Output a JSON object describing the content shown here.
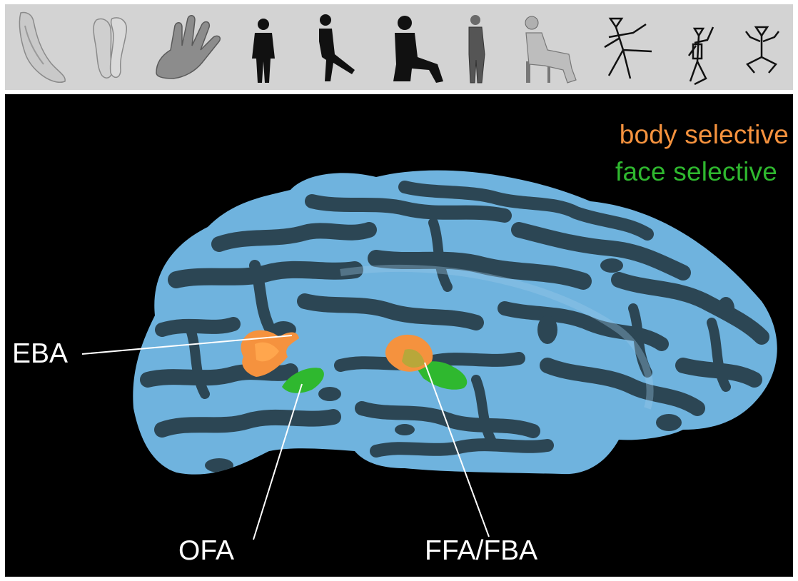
{
  "stimuli": {
    "icons": [
      "foot-icon",
      "arms-icon",
      "hand-icon",
      "standing-silhouette-icon",
      "walking-silhouette-icon",
      "sitting-silhouette-icon",
      "standing-person-photo-icon",
      "sitting-person-photo-icon",
      "stick-figure-running-icon",
      "stick-figure-dancing-icon",
      "stick-figure-jumping-icon"
    ]
  },
  "legend": {
    "body": {
      "label": "body selective",
      "color": "#f5923e"
    },
    "face": {
      "label": "face selective",
      "color": "#2fb82f"
    }
  },
  "brain": {
    "surface_color": "#6fb3de",
    "sulci_color": "#2c4654"
  },
  "regions": {
    "eba": "EBA",
    "ofa": "OFA",
    "ffa_fba": "FFA/FBA"
  }
}
